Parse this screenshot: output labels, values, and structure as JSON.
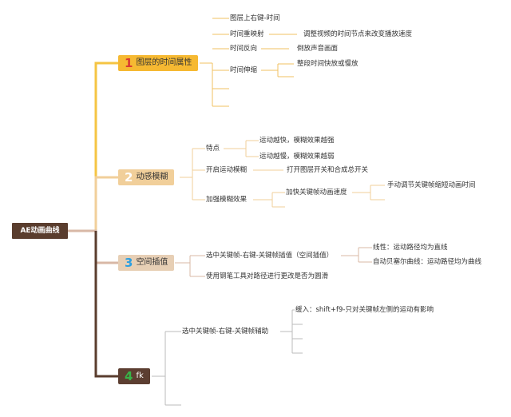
{
  "colors": {
    "topic1": "#f6b932",
    "topic2": "#f1cf9a",
    "topic3": "#e7cfb5",
    "topic4": "#5c3e31",
    "num1": "#d93a32",
    "num2": "#ffffff",
    "num3": "#2c9fe0",
    "num4": "#38b448",
    "line1": "#f5c443",
    "line2": "#f1cf9a",
    "line3": "#d8b8a6",
    "line4": "#5a3d2e"
  },
  "root": {
    "label": "AE动画曲线"
  },
  "topics": [
    {
      "num": "1",
      "label": "图层的时间属性",
      "items": {
        "a": "图层上右键-时间",
        "b": "时间重映射",
        "b1": "调整视频的时间节点来改变播放速度",
        "c": "时间反向",
        "c1": "倒放声音画面",
        "d": "时间伸缩",
        "d1": "整段时间快放或慢放"
      }
    },
    {
      "num": "2",
      "label": "动感模糊",
      "items": {
        "a": "特点",
        "a1": "运动越快，模糊效果越强",
        "a2": "运动越慢，模糊效果越弱",
        "b": "开启运动模糊",
        "b1": "打开图层开关和合成总开关",
        "c": "加强模糊效果",
        "c1": "加快关键帧动画速度",
        "c2": "手动调节关键帧缩短动画时间"
      }
    },
    {
      "num": "3",
      "label": "空间插值",
      "items": {
        "a": "选中关键帧-右键-关键帧插值（空间插值）",
        "a1": "线性：运动路径均为直线",
        "a2": "自动贝塞尔曲线：运动路径均为曲线",
        "b": "使用钢笔工具对路径进行更改是否为圆滑"
      }
    },
    {
      "num": "4",
      "label": "fk",
      "items": {
        "a": "选中关键帧-右键-关键帧辅助",
        "a1": "缓入：shift+f9-只对关键帧左侧的运动有影响"
      }
    }
  ]
}
